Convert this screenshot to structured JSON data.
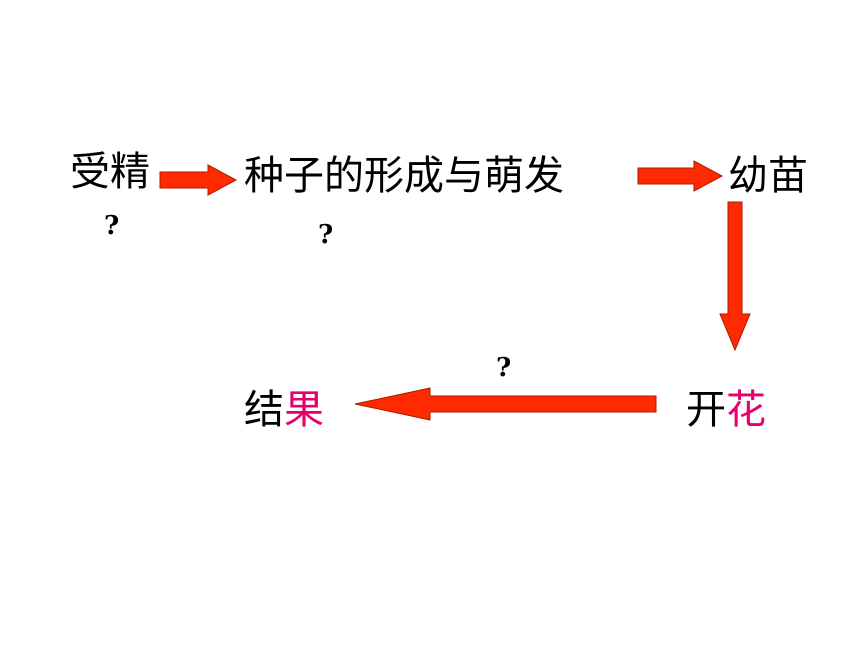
{
  "nodes": {
    "fertilization": "受精",
    "seed_formation": "种子的形成与萌发",
    "seedling": "幼苗",
    "flowering_prefix": "开",
    "flowering_accent": "花",
    "fruiting_prefix": "结",
    "fruiting_accent": "果"
  },
  "question_marks": {
    "q1": "?",
    "q2": "?",
    "q3": "?"
  },
  "colors": {
    "arrow_fill": "#ff2a00",
    "arrow_stroke": "#b01800",
    "accent_text": "#e8006e",
    "text": "#000000",
    "background": "#ffffff"
  },
  "icons": {
    "arrow_1": "arrow-right-icon",
    "arrow_2": "arrow-right-icon",
    "arrow_3": "arrow-down-icon",
    "arrow_4": "arrow-left-icon"
  }
}
